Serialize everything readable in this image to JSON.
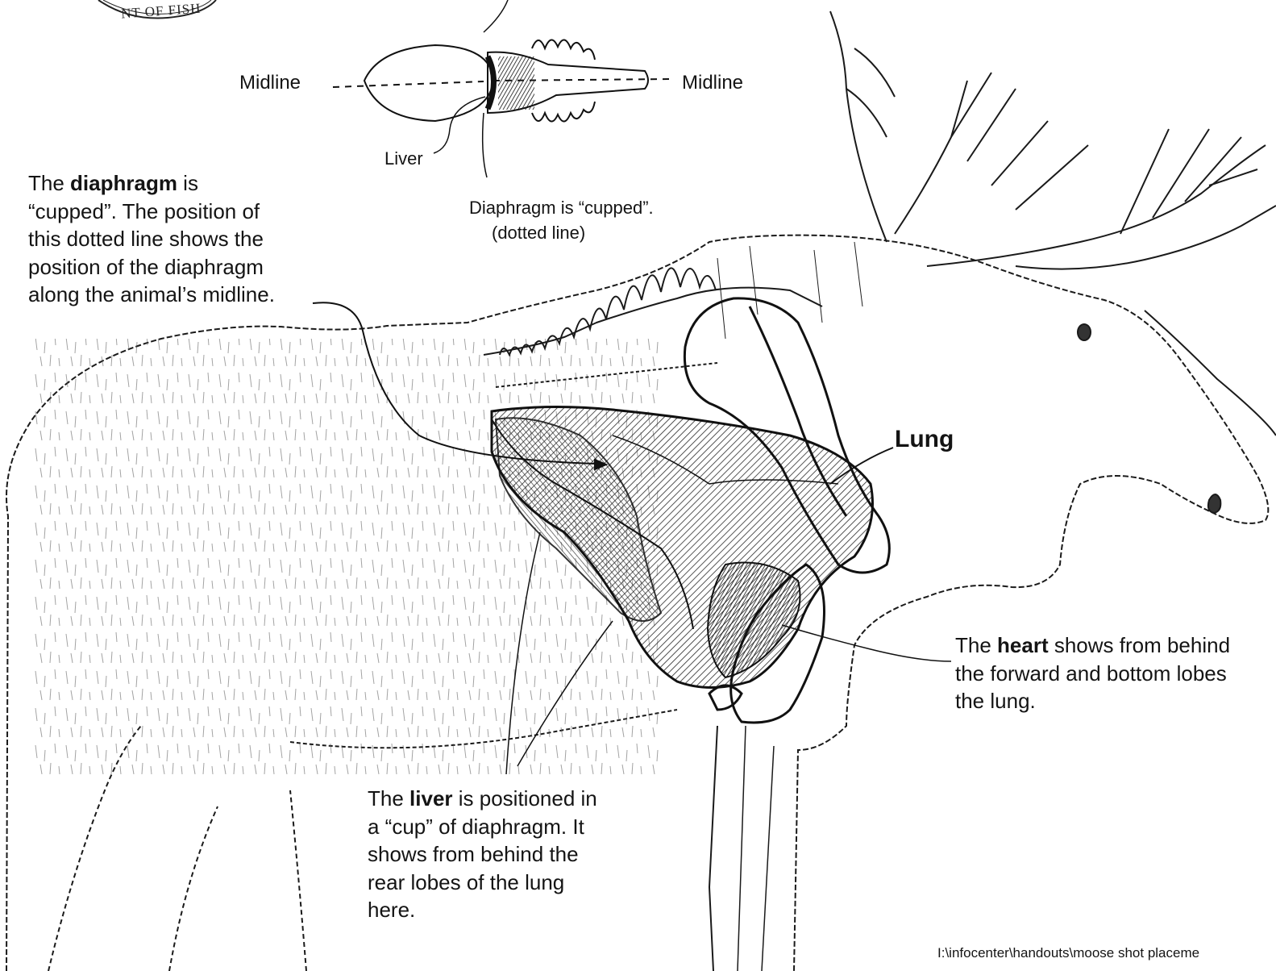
{
  "seal": {
    "text": "NT OF FISH"
  },
  "inset": {
    "midline_left": "Midline",
    "midline_right": "Midline",
    "liver_label": "Liver",
    "caption_line1": "Diaphragm is “cupped”.",
    "caption_line2": "(dotted line)"
  },
  "diaphragm_note": {
    "line1_pre": "The ",
    "line1_bold": "diaphragm",
    "line1_post": " is",
    "line2": "“cupped”.  The position of",
    "line3": "this dotted line shows the",
    "line4": "position of the diaphragm",
    "line5": "along the animal’s midline."
  },
  "lung_label": "Lung",
  "heart_note": {
    "line1_pre": "The ",
    "line1_bold": "heart",
    "line1_post": " shows from behind",
    "line2": "the forward and bottom lobes",
    "line3": "the lung."
  },
  "liver_note": {
    "line1_pre": "The ",
    "line1_bold": "liver",
    "line1_post": " is positioned in",
    "line2": "a “cup” of diaphragm.  It",
    "line3": "shows from behind the",
    "line4": "rear lobes of the lung",
    "line5": "here."
  },
  "file_path": "I:\\infocenter\\handouts\\moose shot placeme",
  "colors": {
    "ink": "#141414",
    "paper": "#ffffff",
    "hatch": "#333333"
  }
}
